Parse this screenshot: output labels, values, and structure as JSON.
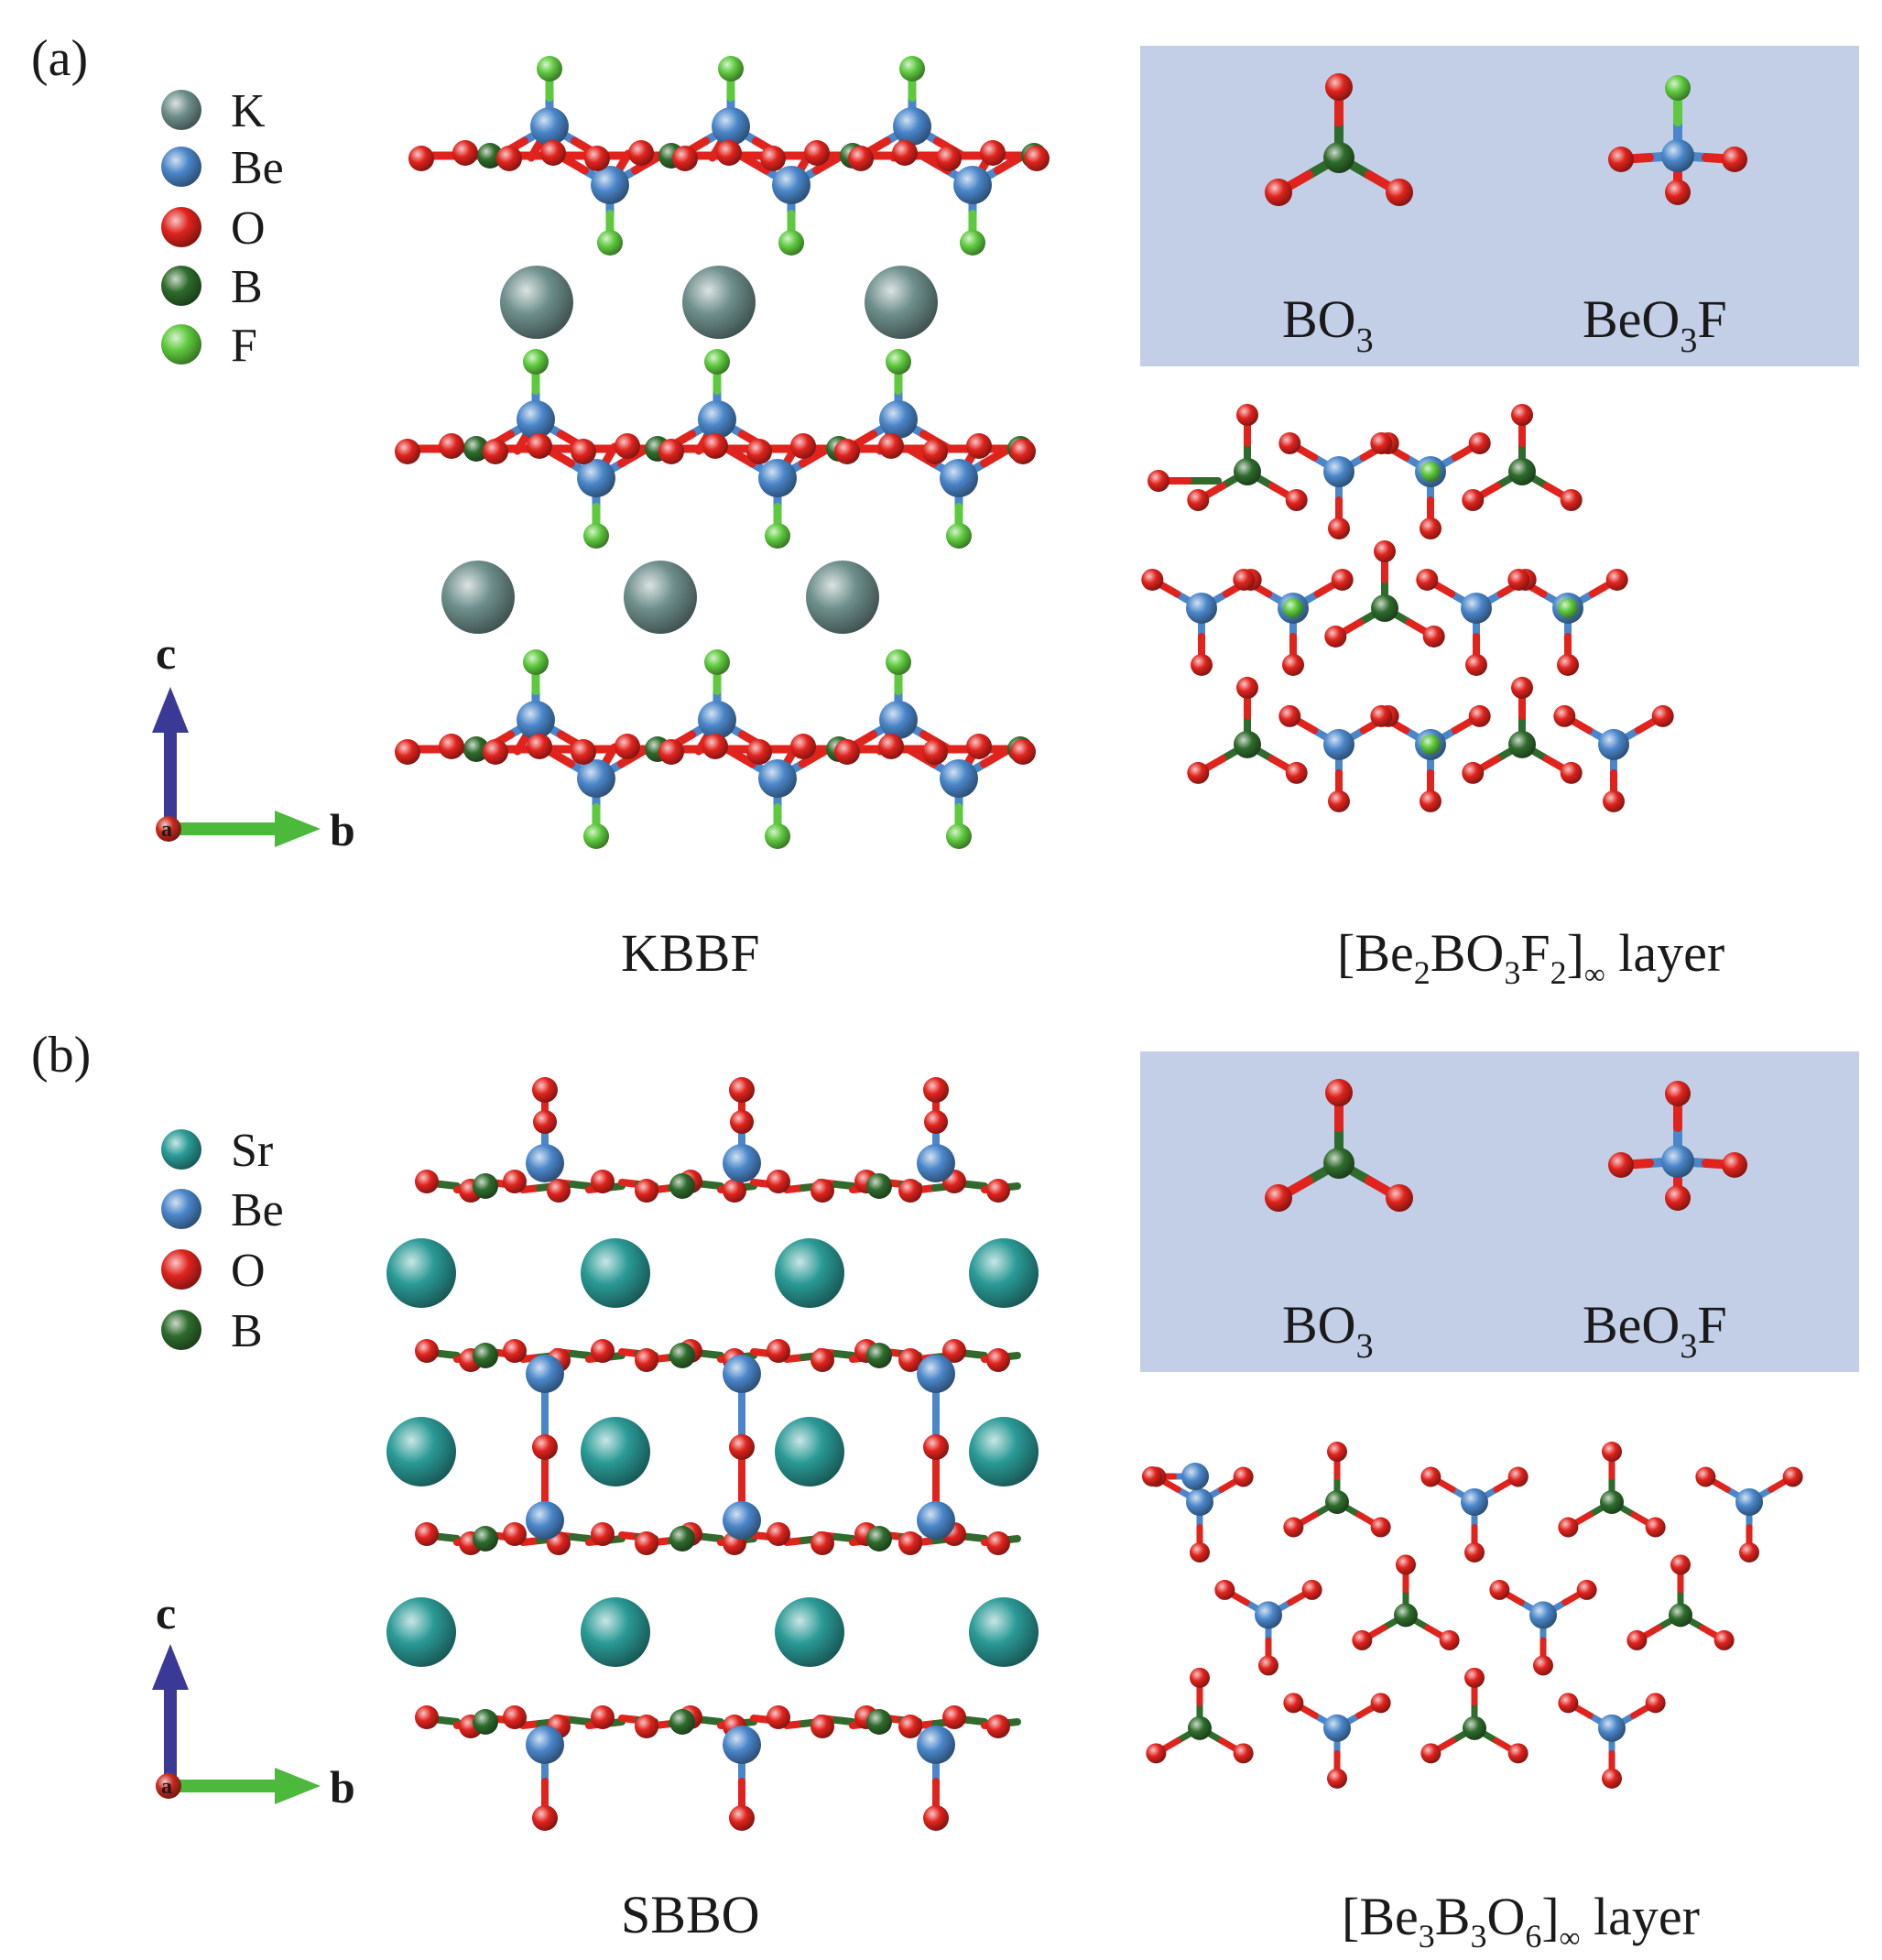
{
  "colors": {
    "K": "#6e8f8c",
    "Sr": "#2a9a96",
    "Be": "#4a86c9",
    "O": "#e0231d",
    "B": "#2e6b2c",
    "F": "#5ec93e",
    "inset_bg": "#c2cfe6",
    "axis_c": "#3a3a96",
    "axis_b": "#4cb83c",
    "axis_a": "#c8281e"
  },
  "panels": [
    {
      "id": "a",
      "label": "(a)",
      "legend": [
        {
          "element": "K",
          "label": "K",
          "icon": "K-atom-icon"
        },
        {
          "element": "Be",
          "label": "Be",
          "icon": "Be-atom-icon"
        },
        {
          "element": "O",
          "label": "O",
          "icon": "O-atom-icon"
        },
        {
          "element": "B",
          "label": "B",
          "icon": "B-atom-icon"
        },
        {
          "element": "F",
          "label": "F",
          "icon": "F-atom-icon"
        }
      ],
      "axes": {
        "vertical": "c",
        "horizontal": "b",
        "origin": "a"
      },
      "caption": "KBBF",
      "inset": {
        "left": {
          "formula": "BO",
          "sub": "3",
          "tail": ""
        },
        "right": {
          "formula": "BeO",
          "sub": "3",
          "tail": "F"
        }
      },
      "layer": {
        "open": "[Be",
        "s1": "2",
        "m1": "BO",
        "s2": "3",
        "m2": "F",
        "s3": "2",
        "close": "]",
        "s4": "∞",
        "tail": " layer"
      }
    },
    {
      "id": "b",
      "label": "(b)",
      "legend": [
        {
          "element": "Sr",
          "label": "Sr",
          "icon": "Sr-atom-icon"
        },
        {
          "element": "Be",
          "label": "Be",
          "icon": "Be-atom-icon"
        },
        {
          "element": "O",
          "label": "O",
          "icon": "O-atom-icon"
        },
        {
          "element": "B",
          "label": "B",
          "icon": "B-atom-icon"
        }
      ],
      "axes": {
        "vertical": "c",
        "horizontal": "b",
        "origin": "a"
      },
      "caption": "SBBO",
      "inset": {
        "left": {
          "formula": "BO",
          "sub": "3",
          "tail": ""
        },
        "right": {
          "formula": "BeO",
          "sub": "3",
          "tail": "F"
        }
      },
      "layer": {
        "open": "[Be",
        "s1": "3",
        "m1": "B",
        "s2": "3",
        "m2": "O",
        "s3": "6",
        "close": "]",
        "s4": "∞",
        "tail": " layer"
      }
    }
  ]
}
